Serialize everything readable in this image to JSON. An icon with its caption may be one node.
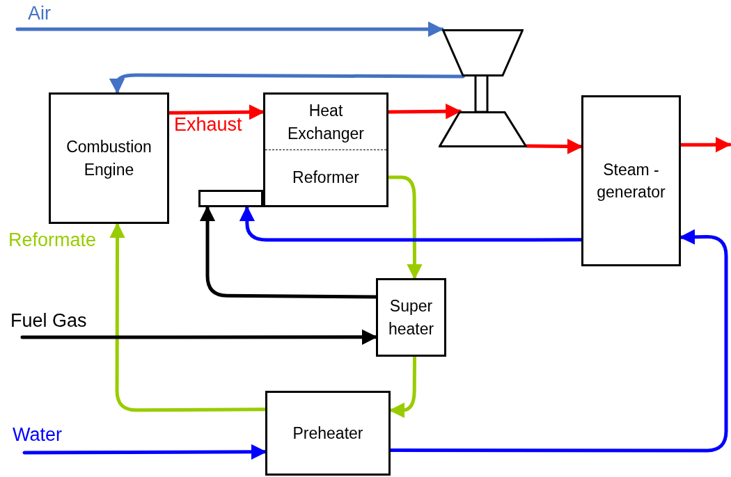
{
  "diagram": {
    "nodes": [
      {
        "text": [
          "Combustion Engine"
        ]
      },
      {
        "text": [
          "Heat Exchanger",
          "Reformer"
        ]
      },
      {
        "text": [],
        "shape": "box"
      },
      {
        "text": [],
        "shape": "trapezoid"
      },
      {
        "text": [],
        "shape": "trapezoid"
      },
      {
        "text": [
          "Steam - generator"
        ]
      },
      {
        "text": [
          "Super heater"
        ]
      },
      {
        "text": [
          "Preheater"
        ]
      }
    ],
    "edges": [
      {
        "from": null,
        "to": 3,
        "arrow": "to",
        "label": "Air",
        "color": "#4472c4"
      },
      {
        "from": 3,
        "to": 0,
        "arrow": "to",
        "color": "#4472c4"
      },
      {
        "from": 0,
        "to": 1,
        "arrow": "to",
        "label": "Exhaust",
        "color": "#ff0000"
      },
      {
        "from": 1,
        "to": 4,
        "arrow": "to",
        "color": "#ff0000"
      },
      {
        "from": 4,
        "to": 5,
        "arrow": "to",
        "color": "#ff0000"
      },
      {
        "from": 5,
        "to": null,
        "arrow": "to",
        "color": "#ff0000"
      },
      {
        "from": 1,
        "to": 6,
        "arrow": "to",
        "color": "#99cc00"
      },
      {
        "from": 6,
        "to": 7,
        "arrow": "to",
        "color": "#99cc00"
      },
      {
        "from": 7,
        "to": 0,
        "arrow": "to",
        "label": "Reformate",
        "color": "#99cc00"
      },
      {
        "from": null,
        "to": 6,
        "arrow": "to",
        "label": "Fuel Gas",
        "color": "#000000"
      },
      {
        "from": 6,
        "to": 2,
        "arrow": "to",
        "color": "#000000"
      },
      {
        "from": 5,
        "to": 2,
        "arrow": "to",
        "color": "#0000ff"
      },
      {
        "from": null,
        "to": 7,
        "arrow": "to",
        "label": "Water",
        "color": "#0000ff"
      },
      {
        "from": 7,
        "to": 5,
        "arrow": "to",
        "color": "#0000ff"
      }
    ]
  }
}
